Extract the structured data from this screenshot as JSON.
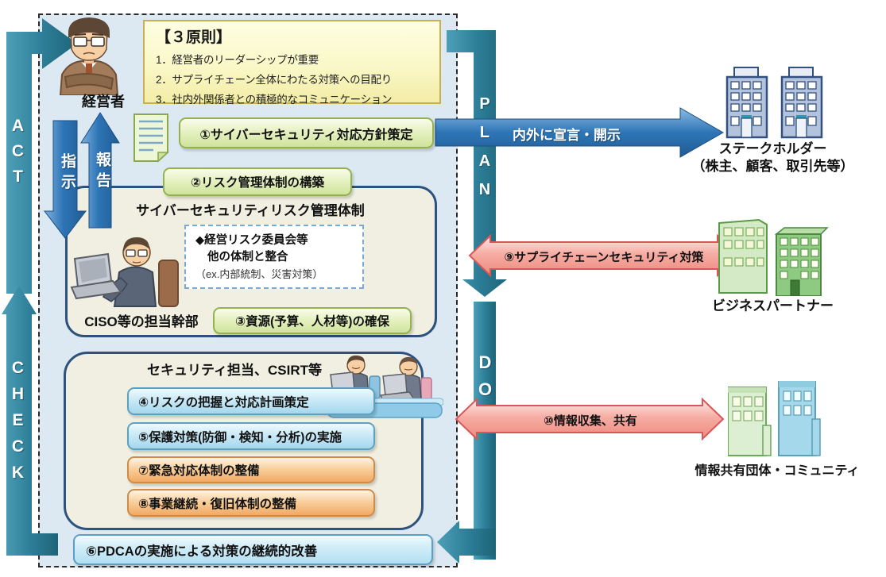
{
  "principles": {
    "title": "【３原則】",
    "item1": "1．経営者のリーダーシップが重要",
    "item2": "2．サプライチェーン全体にわたる対策への目配り",
    "item3": "3．社内外関係者との積極的なコミュニケーション"
  },
  "actors": {
    "executive": "経営者",
    "ciso": "CISO等の担当幹部",
    "csirt_title": "セキュリティ担当、CSIRT等",
    "risk_mgmt_title": "サイバーセキュリティリスク管理体制"
  },
  "committee": {
    "line1": "◆経営リスク委員会等",
    "line2": "他の体制と整合",
    "line3": "（ex.内部統制、災害対策）"
  },
  "internal_arrows": {
    "instruct": "指示",
    "report": "報告"
  },
  "steps": {
    "s1": "①サイバーセキュリティ対応方針策定",
    "s2": "②リスク管理体制の構築",
    "s3": "③資源(予算、人材等)の確保",
    "s4": "④リスクの把握と対応計画策定",
    "s5": "⑤保護対策(防御・検知・分析)の実施",
    "s6": "⑥PDCAの実施による対策の継続的改善",
    "s7": "⑦緊急対応体制の整備",
    "s8": "⑧事業継続・復旧体制の整備"
  },
  "pdca": {
    "plan": "PLAN",
    "do": "DO",
    "check": "CHECK",
    "act": "ACT"
  },
  "flows": {
    "declare": "内外に宣言・開示",
    "supply_chain": "⑨サプライチェーンセキュリティ対策",
    "info_share": "⑩情報収集、共有"
  },
  "external": {
    "stakeholder": "ステークホルダー",
    "stakeholder_sub": "（株主、顧客、取引先等）",
    "partner": "ビジネスパートナー",
    "community": "情報共有団体・コミュニティ"
  },
  "colors": {
    "panel_bg": "#dce9f3",
    "teal_bar": "#2e7f99",
    "blue_arrow": "#2e75b6",
    "pink_arrow_fill": "#f6ada4",
    "pink_arrow_border": "#d95757",
    "green_box_border": "#94b24d",
    "blue_box_border": "#5ba1c4",
    "orange_box_border": "#cf8c49",
    "cyan_box_border": "#58a0c6",
    "panel_border_navy": "#2e527e",
    "principles_bg": "#faf8c8",
    "principles_border": "#c9ae52"
  }
}
